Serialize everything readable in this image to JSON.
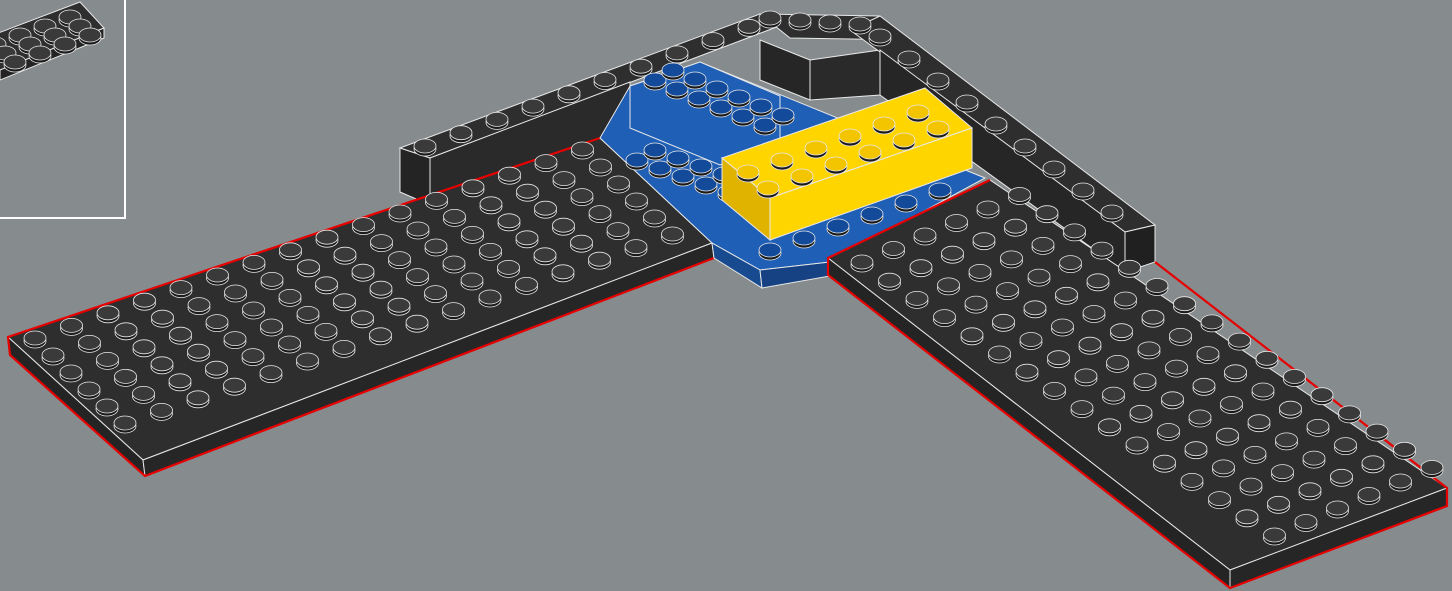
{
  "scene": {
    "background": "#868b8e",
    "colors": {
      "dark_plate": "#2e2e2e",
      "dark_side": "#242424",
      "dark_stud": "#3a3a3a",
      "outline": "#e8e8e8",
      "highlight": "#e60000",
      "blue": "#1f5fb5",
      "blue_side": "#184a8f",
      "blue_stud": "#144a9a",
      "yellow": "#ffd500",
      "yellow_side": "#e0b300",
      "yellow_stud": "#f2c500"
    },
    "parts": [
      "left-plate-new",
      "right-plate-new",
      "back-wall-bricks",
      "blue-plate",
      "yellow-brick-2x6"
    ],
    "inset_frame": "previous-step-callout"
  }
}
